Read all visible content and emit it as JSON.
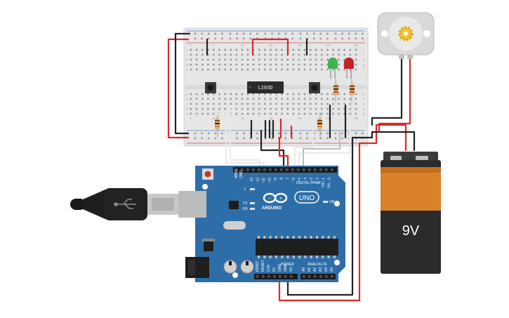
{
  "breadboard": {
    "row_letters": [
      "j",
      "i",
      "h",
      "g",
      "f",
      "e",
      "d",
      "c",
      "b",
      "a"
    ],
    "rail_minus": "-",
    "rail_plus": "+",
    "column_numbers": [
      "1",
      "5",
      "10",
      "15",
      "20",
      "25",
      "30"
    ]
  },
  "chip": {
    "label": "L293D"
  },
  "arduino": {
    "brand": "ARDUINO",
    "model": "UNO",
    "digital_header": "DIGITAL (PWM~)",
    "power_header": "POWER",
    "analog_header": "ANALOG IN",
    "on_label": "ON",
    "tx_label": "TX",
    "rx_label": "RX",
    "l_label": "L",
    "aref_label": "AREF",
    "gnd_label": "GND",
    "digital_pins": [
      "13",
      "12",
      "~11",
      "~10",
      "~9",
      "8",
      "7",
      "~6",
      "~5",
      "4",
      "~3",
      "2",
      "TX→1",
      "RX←0"
    ],
    "power_pins": [
      "IOREF",
      "RESET",
      "3.3V",
      "5V",
      "GND",
      "GND",
      "Vin"
    ],
    "analog_pins": [
      "A0",
      "A1",
      "A2",
      "A3",
      "A4",
      "A5"
    ]
  },
  "battery": {
    "label": "9V"
  },
  "colors": {
    "breadboard": "#e6e6e6",
    "arduino_blue": "#2e6ea8",
    "wire_red": "#d72b2b",
    "wire_black": "#222222",
    "wire_white": "#f2f2f2",
    "led_green": "#3fb34f",
    "led_red": "#c52323",
    "battery_orange": "#d9822b",
    "battery_body": "#2b2b2b",
    "motor_gear": "#f1c232"
  }
}
